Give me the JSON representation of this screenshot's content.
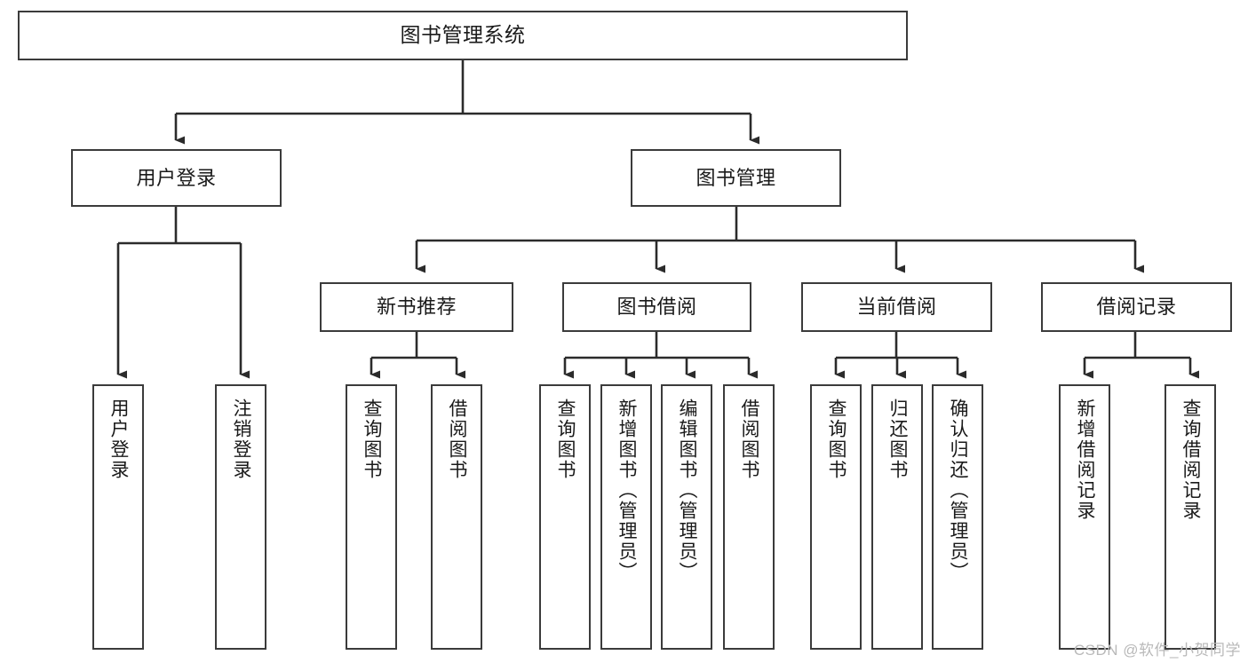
{
  "diagram": {
    "title": "图书管理系统",
    "type": "tree-hierarchy-chart",
    "watermark": "CSDN @软件_小贺同学",
    "colors": {
      "border": "#3b3b3b",
      "background": "#ffffff",
      "text": "#1a1a1a",
      "connector": "#2b2b2b",
      "watermark": "#b9b9b9"
    },
    "nodes": {
      "root": {
        "label": "图书管理系统"
      },
      "level2": [
        {
          "id": "user-login",
          "label": "用户登录"
        },
        {
          "id": "book-manage",
          "label": "图书管理"
        }
      ],
      "level3": [
        {
          "id": "new-book-recommend",
          "label": "新书推荐"
        },
        {
          "id": "book-borrow",
          "label": "图书借阅"
        },
        {
          "id": "current-borrow",
          "label": "当前借阅"
        },
        {
          "id": "borrow-record",
          "label": "借阅记录"
        }
      ],
      "leaves": {
        "user-login": [
          {
            "id": "leaf-user-login",
            "label": "用户登录"
          },
          {
            "id": "leaf-logout-login",
            "label": "注销登录"
          }
        ],
        "new-book-recommend": [
          {
            "id": "leaf-query-book-1",
            "label": "查询图书"
          },
          {
            "id": "leaf-borrow-book-1",
            "label": "借阅图书"
          }
        ],
        "book-borrow": [
          {
            "id": "leaf-query-book-2",
            "label": "查询图书"
          },
          {
            "id": "leaf-add-book",
            "label": "新增图书（管理员）"
          },
          {
            "id": "leaf-edit-book",
            "label": "编辑图书（管理员）"
          },
          {
            "id": "leaf-borrow-book-2",
            "label": "借阅图书"
          }
        ],
        "current-borrow": [
          {
            "id": "leaf-query-book-3",
            "label": "查询图书"
          },
          {
            "id": "leaf-return-book",
            "label": "归还图书"
          },
          {
            "id": "leaf-confirm-return",
            "label": "确认归还（管理员）"
          }
        ],
        "borrow-record": [
          {
            "id": "leaf-add-record",
            "label": "新增借阅记录"
          },
          {
            "id": "leaf-query-record",
            "label": "查询借阅记录"
          }
        ]
      }
    }
  }
}
